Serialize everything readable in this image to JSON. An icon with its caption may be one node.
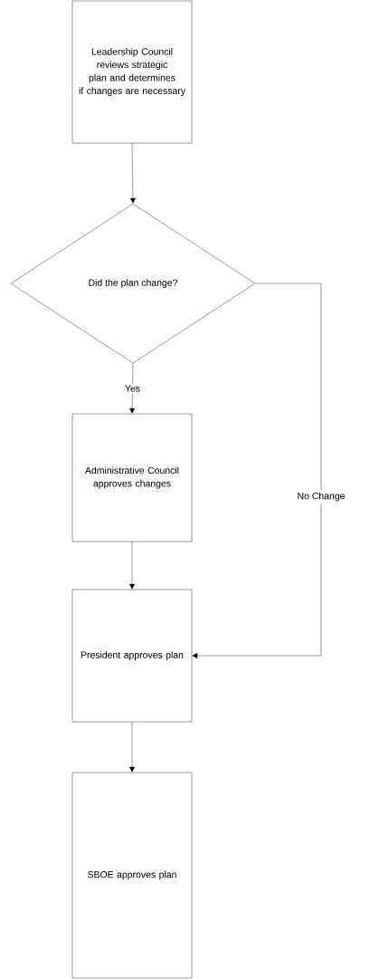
{
  "diagram": {
    "nodes": [
      {
        "text": [
          "Leadership Council reviews strategic plan and determines if changes are necessary"
        ]
      },
      {
        "text": [
          "Did the plan change?"
        ]
      },
      {
        "text": [
          "Administrative Council approves changes"
        ]
      },
      {
        "text": [
          "President approves plan"
        ]
      },
      {
        "text": [
          "SBOE approves plan"
        ]
      }
    ],
    "edges": [
      {
        "from": 0,
        "to": 1,
        "arrow": "to"
      },
      {
        "from": 1,
        "to": 2,
        "arrow": "to",
        "label": "Yes"
      },
      {
        "from": 2,
        "to": 3,
        "arrow": "to"
      },
      {
        "from": 1,
        "to": 3,
        "arrow": "to",
        "label": "No Change"
      },
      {
        "from": 3,
        "to": 4,
        "arrow": "to"
      }
    ]
  }
}
